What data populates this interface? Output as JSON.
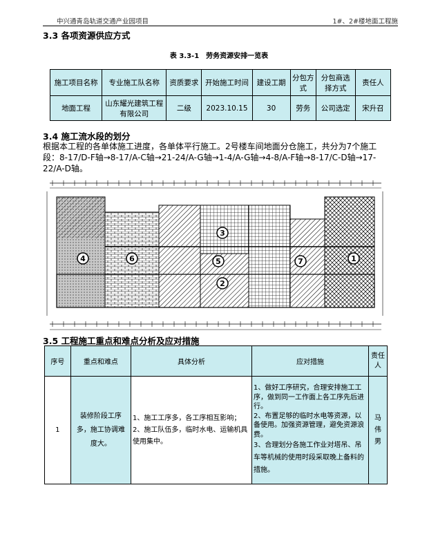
{
  "header": {
    "left": "中兴通青岛轨道交通产业园项目",
    "right": "1#、2#楼地面工程施"
  },
  "section_33": {
    "title": "3.3 各项资源供应方式"
  },
  "table1": {
    "caption": "表 3.3-1　劳务资源安排一览表",
    "headers": [
      "施工项目名称",
      "专业施工队名称",
      "资质要求",
      "开始施工时间",
      "建设工期",
      "分包方式",
      "分包商选择方式",
      "责任人"
    ],
    "row": [
      "地面工程",
      "山东耀光建筑工程有限公司",
      "二级",
      "2023.10.15",
      "30",
      "劳务",
      "公司选定",
      "宋升召"
    ]
  },
  "section_34": {
    "title": "3.4 施工流水段的划分",
    "line1": "根据本工程的各单体施工进度，各单体平行施工。2号楼车间地面分仓施工，共分为7个施工",
    "line2": "段：8-17/D-F轴→8-17/A-C轴→21-24/A-G轴→1-4/A-G轴→4-8/A-F轴→8-17/C-D轴→17-",
    "line3": "22/A-D轴。"
  },
  "drawing": {
    "zone_labels": [
      "4",
      "6",
      "5",
      "3",
      "7",
      "1",
      "2"
    ]
  },
  "section_35": {
    "title": "3.5 工程施工重点和难点分析及应对措施"
  },
  "table2": {
    "headers": [
      "序号",
      "重点和难点",
      "具体分析",
      "应对措施",
      "责任人"
    ],
    "no": "1",
    "difficulty": "装修阶段工序多，施工协调难度大。",
    "analysis": [
      "1、施工工序多，各工序相互影响；",
      "2、施工队伍多，临时水电、运输机具使用集中。"
    ],
    "measures": [
      "1、做好工序研究，合理安排施工工序，做到同一工作面上各工序先后进行。",
      "2、布置足够的临时水电等资源，以备使用。加强资源管理，避免资源浪费。",
      "3、合理划分各施工作业对塔吊、吊车等机械的使用时段采取晚上备料的措施。"
    ],
    "person": "马伟男"
  }
}
